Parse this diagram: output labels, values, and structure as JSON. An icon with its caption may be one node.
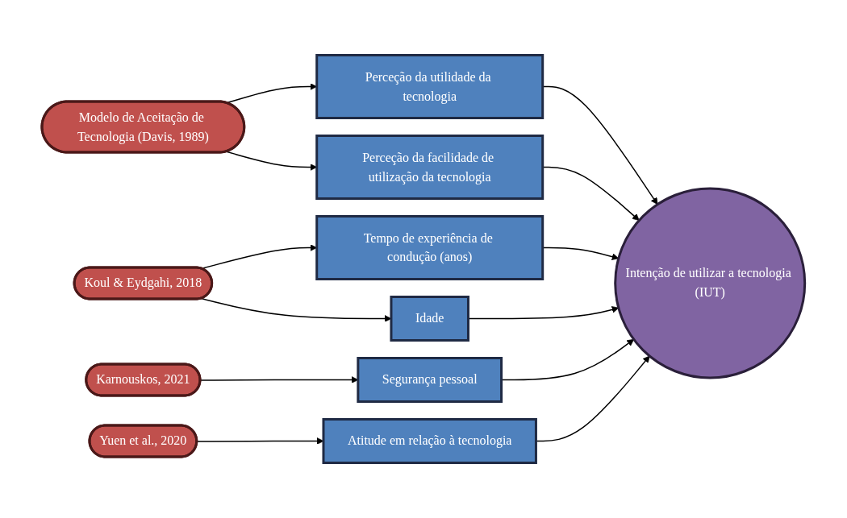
{
  "diagram": {
    "nodes": [
      {
        "text": [
          "Modelo de Aceitação de Tecnologia (Davis, 1989)"
        ]
      },
      {
        "text": [
          "Koul & Eydgahi, 2018"
        ]
      },
      {
        "text": [
          "Karnouskos, 2021"
        ]
      },
      {
        "text": [
          "Yuen et al., 2020"
        ]
      },
      {
        "text": [
          "Perceção da utilidade da tecnologia"
        ]
      },
      {
        "text": [
          "Perceção da facilidade de utilização da tecnologia"
        ]
      },
      {
        "text": [
          "Tempo de experiência de condução (anos)"
        ]
      },
      {
        "text": [
          "Idade"
        ]
      },
      {
        "text": [
          "Segurança pessoal"
        ]
      },
      {
        "text": [
          "Atitude em relação à tecnologia"
        ]
      },
      {
        "text": [
          "Intenção de utilizar a tecnologia (IUT)"
        ]
      }
    ],
    "edges": [
      {
        "from": 0,
        "to": 4,
        "arrow": "to"
      },
      {
        "from": 0,
        "to": 5,
        "arrow": "to"
      },
      {
        "from": 1,
        "to": 6,
        "arrow": "to"
      },
      {
        "from": 1,
        "to": 7,
        "arrow": "to"
      },
      {
        "from": 2,
        "to": 8,
        "arrow": "to"
      },
      {
        "from": 3,
        "to": 9,
        "arrow": "to"
      },
      {
        "from": 4,
        "to": 10,
        "arrow": "to"
      },
      {
        "from": 5,
        "to": 10,
        "arrow": "to"
      },
      {
        "from": 6,
        "to": 10,
        "arrow": "to"
      },
      {
        "from": 7,
        "to": 10,
        "arrow": "to"
      },
      {
        "from": 8,
        "to": 10,
        "arrow": "to"
      },
      {
        "from": 9,
        "to": 10,
        "arrow": "to"
      }
    ]
  }
}
